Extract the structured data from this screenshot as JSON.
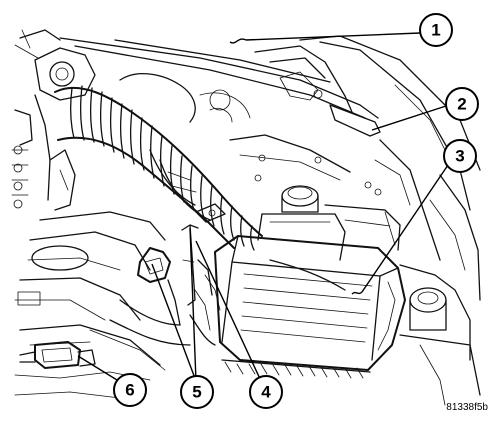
{
  "diagram": {
    "callouts": [
      {
        "id": "callout-1",
        "label": "1"
      },
      {
        "id": "callout-2",
        "label": "2"
      },
      {
        "id": "callout-3",
        "label": "3"
      },
      {
        "id": "callout-4",
        "label": "4"
      },
      {
        "id": "callout-5",
        "label": "5"
      },
      {
        "id": "callout-6",
        "label": "6"
      }
    ],
    "figure_code": "81338f5b"
  }
}
